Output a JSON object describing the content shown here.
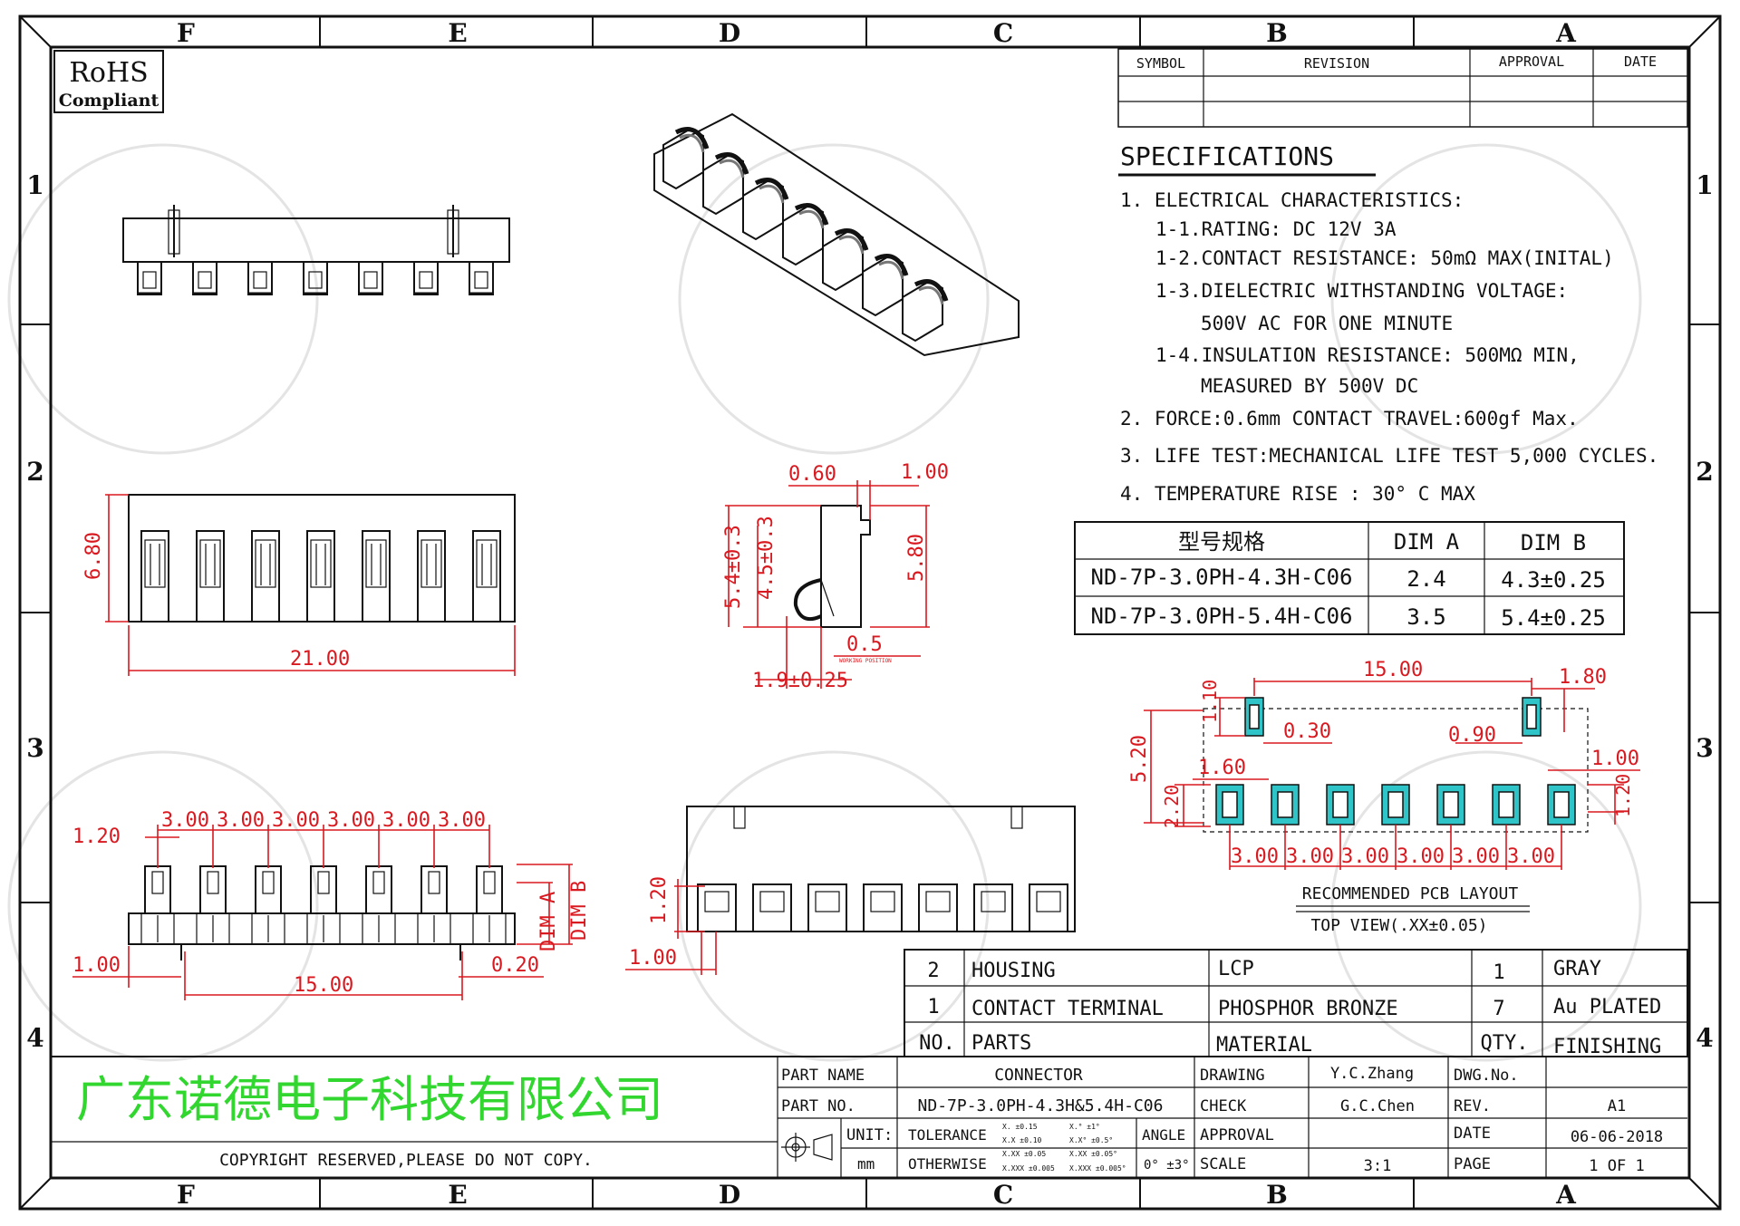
{
  "zones": {
    "columns": [
      "F",
      "E",
      "D",
      "C",
      "B",
      "A"
    ],
    "rows": [
      "1",
      "2",
      "3",
      "4"
    ]
  },
  "rohs": {
    "line1": "RoHS",
    "line2": "Compliant"
  },
  "revision_table": {
    "headers": [
      "SYMBOL",
      "REVISION",
      "APPROVAL",
      "DATE"
    ]
  },
  "specifications": {
    "title": "SPECIFICATIONS",
    "lines": [
      "1.  ELECTRICAL CHARACTERISTICS:",
      "1-1.RATING: DC 12V 3A",
      "1-2.CONTACT RESISTANCE: 50mΩ   MAX(INITAL)",
      "1-3.DIELECTRIC WITHSTANDING VOLTAGE:",
      "500V AC FOR ONE MINUTE",
      "1-4.INSULATION RESISTANCE: 500MΩ   MIN,",
      "MEASURED BY 500V DC",
      "2.  FORCE:0.6mm CONTACT TRAVEL:600gf Max.",
      "3.  LIFE TEST:MECHANICAL LIFE TEST 5,000 CYCLES.",
      "4.  TEMPERATURE RISE : 30° C MAX"
    ]
  },
  "dim_table": {
    "headers": [
      "型号规格",
      "DIM A",
      "DIM B"
    ],
    "rows": [
      [
        "ND-7P-3.0PH-4.3H-C06",
        "2.4",
        "4.3±0.25"
      ],
      [
        "ND-7P-3.0PH-5.4H-C06",
        "3.5",
        "5.4±0.25"
      ]
    ]
  },
  "dims": {
    "front_width": "21.00",
    "front_height": "6.80",
    "side_060": "0.60",
    "side_100": "1.00",
    "side_54": "5.4±0.3",
    "side_45": "4.5±0.3",
    "side_580": "5.80",
    "side_05": "0.5",
    "side_05_note": "WORKING POSITION",
    "side_19": "1.9±0.25",
    "pitch_labels": [
      "3.00",
      "3.00",
      "3.00",
      "3.00",
      "3.00",
      "3.00"
    ],
    "bottom_120": "1.20",
    "bottom_100": "1.00",
    "bottom_1500": "15.00",
    "bottom_020": "0.20",
    "dim_a": "DIM A",
    "dim_b": "DIM B",
    "rear_120": "1.20",
    "rear_100": "1.00",
    "pcb_1500": "15.00",
    "pcb_180": "1.80",
    "pcb_110": "1.10",
    "pcb_030": "0.30",
    "pcb_090": "0.90",
    "pcb_520": "5.20",
    "pcb_160": "1.60",
    "pcb_100": "1.00",
    "pcb_220": "2.20",
    "pcb_120": "1.20",
    "pcb_pitch": [
      "3.00",
      "3.00",
      "3.00",
      "3.00",
      "3.00",
      "3.00"
    ],
    "pcb_title": "RECOMMENDED PCB LAYOUT",
    "pcb_sub": "TOP VIEW(.XX±0.05)"
  },
  "bom": {
    "rows": [
      {
        "no": "2",
        "part": "HOUSING",
        "material": "LCP",
        "qty": "1",
        "finishing": "GRAY"
      },
      {
        "no": "1",
        "part": "CONTACT TERMINAL",
        "material": "PHOSPHOR BRONZE",
        "qty": "7",
        "finishing": "Au PLATED"
      }
    ],
    "header": {
      "no": "NO.",
      "part": "PARTS",
      "material": "MATERIAL",
      "qty": "QTY.",
      "finishing": "FINISHING"
    }
  },
  "title_block": {
    "company": "广东诺德电子科技有限公司",
    "copyright": "COPYRIGHT RESERVED,PLEASE DO NOT COPY.",
    "part_name_label": "PART NAME",
    "part_name": "CONNECTOR",
    "part_no_label": "PART NO.",
    "part_no": "ND-7P-3.0PH-4.3H&5.4H-C06",
    "unit_label": "UNIT:",
    "unit": "mm",
    "tolerance_label": "TOLERANCE",
    "otherwise_label": "OTHERWISE",
    "tol_lines": [
      "X.   ±0.15",
      "X.X  ±0.10",
      "X.XX ±0.05",
      "X.XXX ±0.005"
    ],
    "ang_lines": [
      "X.°   ±1°",
      "X.X°  ±0.5°",
      "X.XX  ±0.05°",
      "X.XXX ±0.005°"
    ],
    "angle_label": "ANGLE",
    "angle": "0° ±3°",
    "drawing_label": "DRAWING",
    "drawing": "Y.C.Zhang",
    "check_label": "CHECK",
    "check": "G.C.Chen",
    "approval_label": "APPROVAL",
    "approval": "",
    "scale_label": "SCALE",
    "scale": "3:1",
    "dwg_label": "DWG.No.",
    "dwg": "",
    "rev_label": "REV.",
    "rev": "A1",
    "date_label": "DATE",
    "date": "06-06-2018",
    "page_label": "PAGE",
    "page": "1 OF 1"
  }
}
